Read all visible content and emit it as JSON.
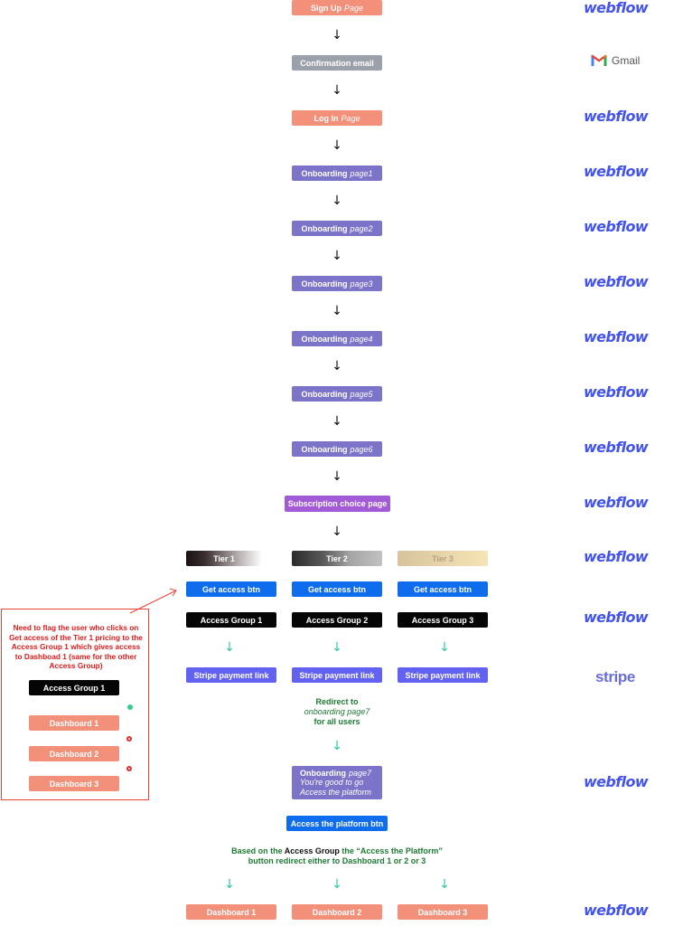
{
  "flow": {
    "sign_up": {
      "label": "Sign Up",
      "suffix": "Page"
    },
    "confirmation": {
      "label": "Confirmation email"
    },
    "log_in": {
      "label": "Log In",
      "suffix": "Page"
    },
    "onboarding": [
      {
        "label": "Onboarding",
        "suffix": "page1"
      },
      {
        "label": "Onboarding",
        "suffix": "page2"
      },
      {
        "label": "Onboarding",
        "suffix": "page3"
      },
      {
        "label": "Onboarding",
        "suffix": "page4"
      },
      {
        "label": "Onboarding",
        "suffix": "page5"
      },
      {
        "label": "Onboarding",
        "suffix": "page6"
      }
    ],
    "subscription": {
      "label": "Subscription choice page"
    },
    "tiers": [
      "Tier 1",
      "Tier 2",
      "Tier 3"
    ],
    "get_access": [
      "Get access btn",
      "Get access btn",
      "Get access btn"
    ],
    "access_groups": [
      "Access Group 1",
      "Access Group 2",
      "Access Group 3"
    ],
    "stripe_links": [
      "Stripe payment link",
      "Stripe payment link",
      "Stripe payment link"
    ],
    "redirect": {
      "line1": "Redirect to",
      "line2": "onboarding page7",
      "line3": "for all users"
    },
    "onboarding7": {
      "label": "Onboarding",
      "suffix": "page7",
      "line2": "You're good to go",
      "line3": "Access the platform"
    },
    "platform_btn": {
      "label": "Access the platform btn"
    },
    "based_on": {
      "pre": "Based on the",
      "key": "Access Group",
      "post": "the “Access the Platform”",
      "line2": "button redirect either to Dashboard 1 or 2 or 3"
    },
    "dashboards": [
      "Dashboard 1",
      "Dashboard 2",
      "Dashboard 3"
    ]
  },
  "logos": {
    "webflow": "webflow",
    "gmail": "Gmail",
    "stripe": "stripe"
  },
  "note": {
    "text": "Need to flag the user who clicks on Get access of the Tier 1 pricing to the Access Group 1 which gives access to Dashboad 1 (same for the other Access Group)",
    "group": "Access Group 1",
    "dashboards": [
      "Dashboard 1",
      "Dashboard 2",
      "Dashboard 3"
    ]
  },
  "colors": {
    "salmon": "#f2907a",
    "onboarding": "#7c74c9",
    "subscription": "#a35ad6",
    "access_btn": "#0f6ded",
    "stripe_btn": "#6361f2",
    "webflow": "#4353f0",
    "note_border": "#e8453c",
    "green_text": "#1d7b33",
    "arrow_teal": "#2cc7a8"
  },
  "icons": [
    "down-arrow-icon",
    "gmail-m-icon",
    "check-dot-icon",
    "x-dot-icon"
  ]
}
